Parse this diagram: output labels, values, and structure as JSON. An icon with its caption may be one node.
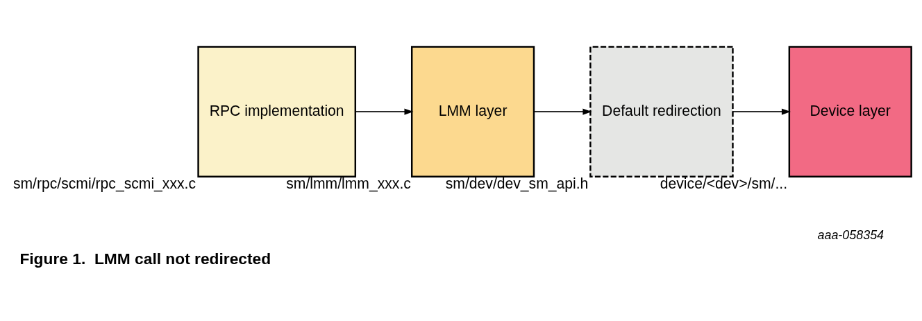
{
  "diagram": {
    "caption": "Figure 1.  LMM call not redirected",
    "nodes": [
      {
        "text": [
          "RPC implementation"
        ],
        "beside": [
          "sm/rpc/scmi/rpc_scmi_xxx.c"
        ]
      },
      {
        "text": [
          "LMM layer"
        ],
        "beside": [
          "sm/lmm/lmm_xxx.c"
        ]
      },
      {
        "text": [
          "Default redirection"
        ],
        "beside": [
          "sm/dev/dev_sm_api.h"
        ]
      },
      {
        "text": [
          "Device layer"
        ],
        "beside": [
          "device/<dev>/sm/..."
        ]
      }
    ],
    "edges": [
      {
        "from": 0,
        "to": 1,
        "arrow": "to"
      },
      {
        "from": 1,
        "to": 2,
        "arrow": "to"
      },
      {
        "from": 2,
        "to": 3,
        "arrow": "to"
      }
    ],
    "labels": [
      "aaa-058354"
    ]
  }
}
